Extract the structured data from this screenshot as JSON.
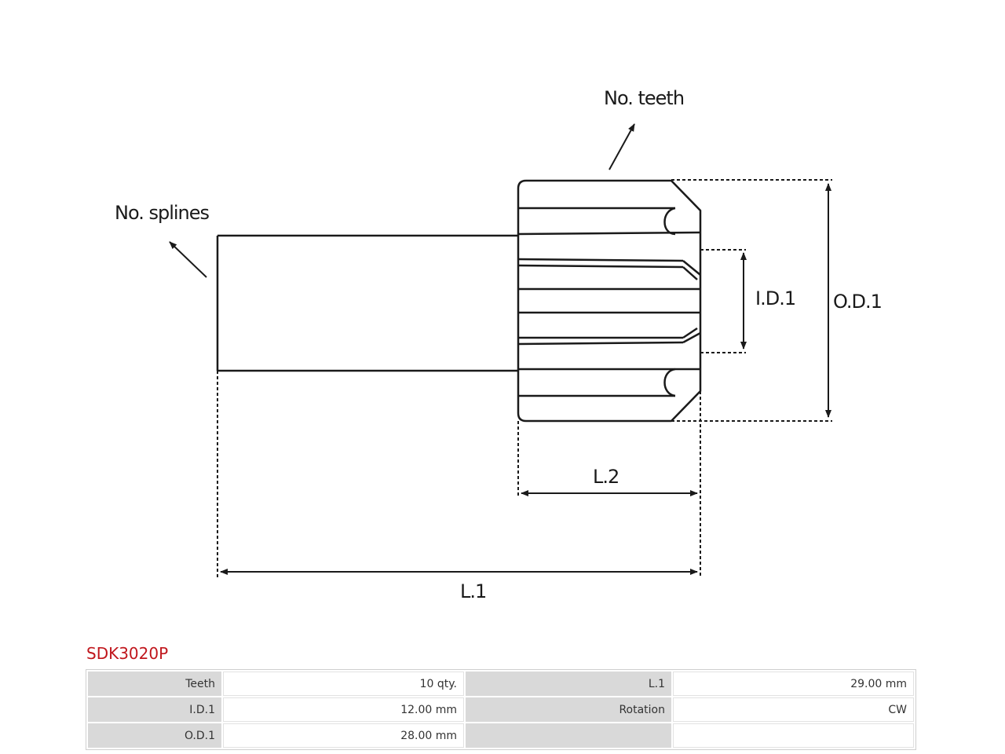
{
  "diagram": {
    "labels": {
      "no_teeth": "No. teeth",
      "no_splines": "No. splines",
      "id1": "I.D.1",
      "od1": "O.D.1",
      "l2": "L.2",
      "l1": "L.1"
    }
  },
  "product": {
    "code": "SDK3020P",
    "code_color": "#c0161c"
  },
  "specs": {
    "rows": [
      {
        "label_a": "Teeth",
        "value_a": "10 qty.",
        "label_b": "L.1",
        "value_b": "29.00 mm"
      },
      {
        "label_a": "I.D.1",
        "value_a": "12.00 mm",
        "label_b": "Rotation",
        "value_b": "CW"
      },
      {
        "label_a": "O.D.1",
        "value_a": "28.00 mm",
        "label_b": "",
        "value_b": ""
      }
    ]
  }
}
